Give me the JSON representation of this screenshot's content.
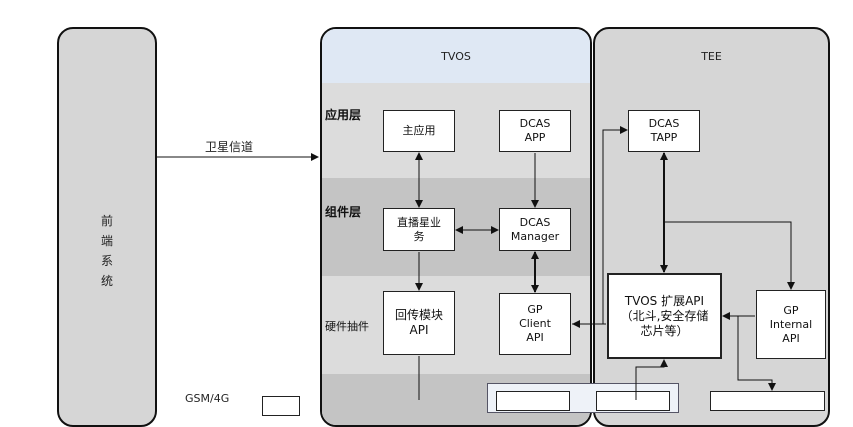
{
  "front_system": {
    "title_chars": [
      "前",
      "端",
      "系",
      "统"
    ]
  },
  "channel_label": "卫星信道",
  "tvos": {
    "title": "TVOS",
    "layers": {
      "app": "应用层",
      "component": "组件层",
      "hardware": "硬件抽件"
    },
    "boxes": {
      "main_app": "主应用",
      "dcas_app": [
        "DCAS",
        "APP"
      ],
      "live_sat": [
        "直播星业",
        "务"
      ],
      "dcas_manager": [
        "DCAS",
        "Manager"
      ],
      "return_module": [
        "回传模块",
        "API"
      ],
      "gp_client": [
        "GP",
        "Client",
        "API"
      ]
    }
  },
  "tee": {
    "title": "TEE",
    "boxes": {
      "dcas_tapp": [
        "DCAS",
        "TAPP"
      ],
      "tvos_ext": [
        "TVOS 扩展API",
        "（北斗,安全存储",
        "芯片等）"
      ],
      "gp_internal": [
        "GP",
        "Internal",
        "API"
      ]
    }
  },
  "bottom_left_label": "GSM/4G"
}
